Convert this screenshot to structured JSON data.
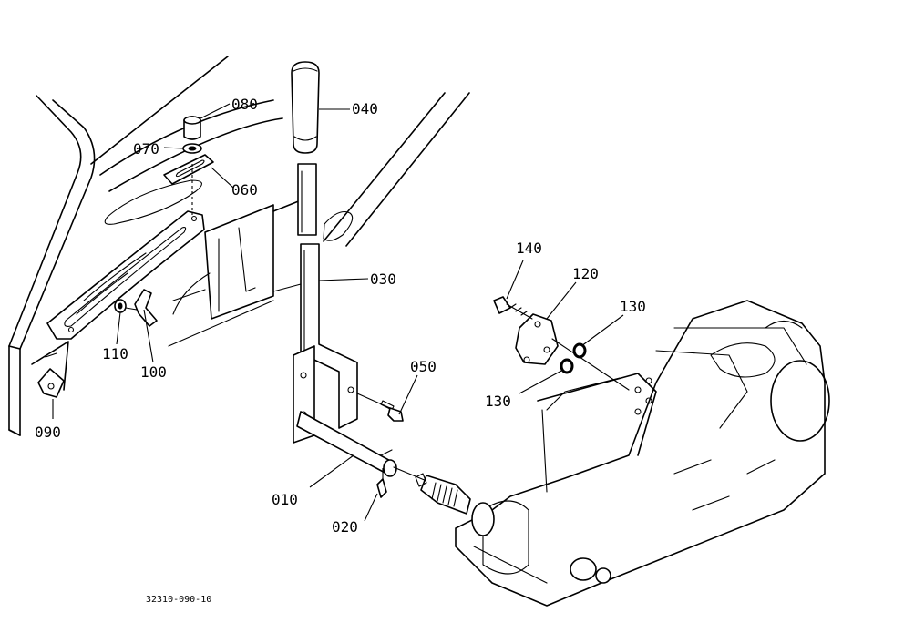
{
  "diagram": {
    "reference_number": "32310-090-10",
    "parts": [
      {
        "id": "p010",
        "label": "010"
      },
      {
        "id": "p020",
        "label": "020"
      },
      {
        "id": "p030",
        "label": "030"
      },
      {
        "id": "p040",
        "label": "040"
      },
      {
        "id": "p050",
        "label": "050"
      },
      {
        "id": "p060",
        "label": "060"
      },
      {
        "id": "p070",
        "label": "070"
      },
      {
        "id": "p080",
        "label": "080"
      },
      {
        "id": "p090",
        "label": "090"
      },
      {
        "id": "p100",
        "label": "100"
      },
      {
        "id": "p110",
        "label": "110"
      },
      {
        "id": "p120",
        "label": "120"
      },
      {
        "id": "p130a",
        "label": "130"
      },
      {
        "id": "p130b",
        "label": "130"
      },
      {
        "id": "p140",
        "label": "140"
      }
    ]
  }
}
